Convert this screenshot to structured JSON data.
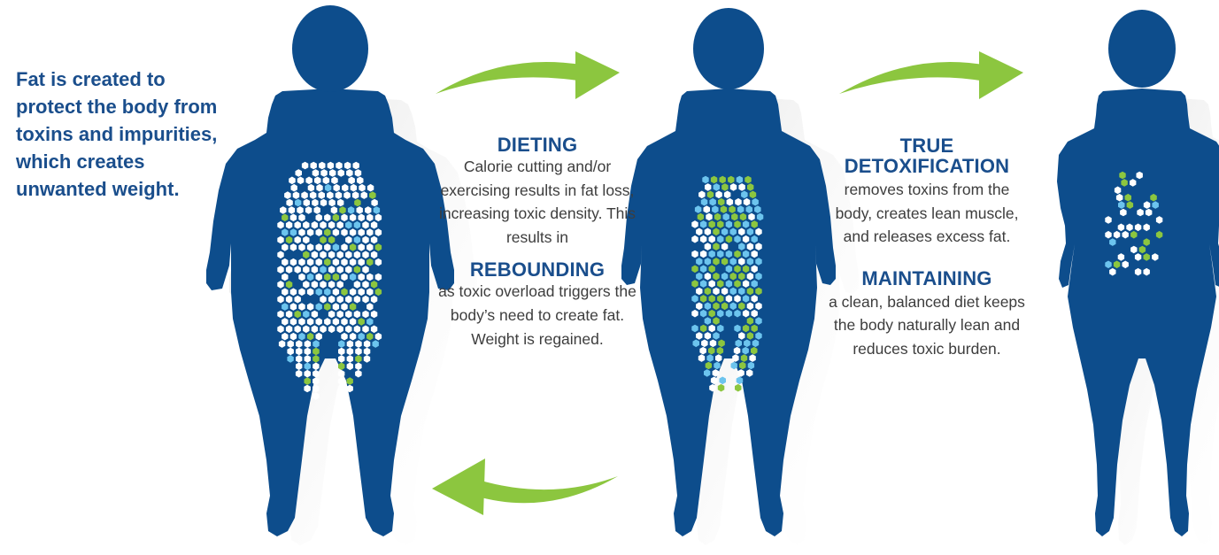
{
  "intro": {
    "text": "Fat is created to protect the body from toxins and impurities, which creates unwanted weight."
  },
  "dieting": {
    "heading": "DIETING",
    "text": "Calorie cutting and/or exercising results in fat loss, increasing toxic density. This results in"
  },
  "rebounding": {
    "heading": "REBOUNDING",
    "text": "as toxic overload triggers the body’s need to create fat. Weight is regained."
  },
  "detox": {
    "heading": "TRUE DETOXIFICATION",
    "text": "removes toxins from the body, creates lean muscle, and releases excess fat."
  },
  "maintaining": {
    "heading": "MAINTAINING",
    "text": "a clean, balanced diet keeps the body naturally lean and reduces toxic burden."
  },
  "colors": {
    "silhouette": "#0d4d8c",
    "arrow": "#8cc63f",
    "cell_white": "#ffffff",
    "cell_green": "#8cc63f",
    "cell_blue": "#6cc4ee",
    "heading": "#1a4e8c",
    "body_text": "#3d3d3d"
  },
  "figures": [
    {
      "label": "overweight-body",
      "cell_density": "high"
    },
    {
      "label": "toxic-body",
      "cell_density": "high-toxic"
    },
    {
      "label": "lean-body",
      "cell_density": "low"
    }
  ]
}
